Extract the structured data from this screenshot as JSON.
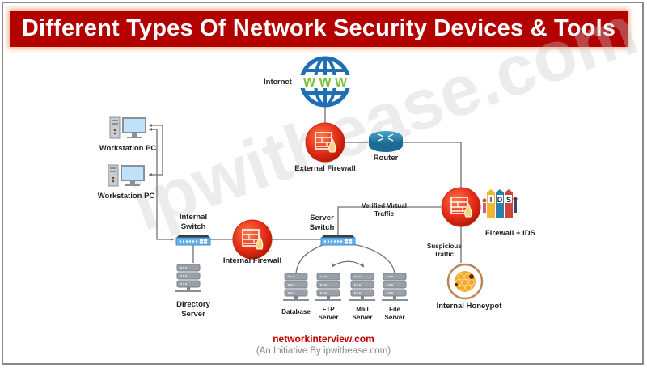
{
  "title": "Different Types Of Network Security Devices & Tools",
  "watermark": "ipwithease.com",
  "nodes": {
    "internet": {
      "label": "Internet",
      "icon": "globe-www-icon",
      "globe_text": "W W W"
    },
    "external_firewall": {
      "label": "External Firewall",
      "icon": "firewall-icon"
    },
    "router": {
      "label": "Router",
      "icon": "router-icon"
    },
    "workstation_1": {
      "label": "Workstation PC",
      "icon": "desktop-pc-icon"
    },
    "workstation_2": {
      "label": "Workstation PC",
      "icon": "desktop-pc-icon"
    },
    "internal_switch": {
      "label_line1": "Internal",
      "label_line2": "Switch",
      "icon": "switch-icon"
    },
    "internal_firewall": {
      "label": "Internal Firewall",
      "icon": "firewall-icon"
    },
    "directory_server": {
      "label_line1": "Directory",
      "label_line2": "Server",
      "icon": "server-icon"
    },
    "server_switch": {
      "label_line1": "Server",
      "label_line2": "Switch",
      "icon": "switch-icon"
    },
    "database": {
      "label": "Database",
      "icon": "server-icon"
    },
    "ftp_server": {
      "label_line1": "FTP",
      "label_line2": "Server",
      "icon": "server-icon"
    },
    "mail_server": {
      "label_line1": "Mail",
      "label_line2": "Server",
      "icon": "server-icon"
    },
    "file_server": {
      "label_line1": "File",
      "label_line2": "Server",
      "icon": "server-icon"
    },
    "firewall_ids": {
      "label": "Firewall + IDS",
      "icon": "firewall-icon",
      "ids_letters": [
        "I",
        "D",
        "S"
      ]
    },
    "internal_honeypot": {
      "label": "Internal Honeypot",
      "icon": "honeycomb-icon"
    }
  },
  "edge_labels": {
    "verified_line1": "Verified Virtual",
    "verified_line2": "Traffic",
    "suspicious_line1": "Suspicious",
    "suspicious_line2": "Traffic"
  },
  "footer": {
    "site": "networkinterview.com",
    "initiative": "(An Initiative By ipwithease.com)"
  },
  "colors": {
    "title_bg": "#b30000",
    "firewall_red": "#e8321a",
    "globe_blue": "#1f6fb5",
    "www_green": "#7cc242",
    "router_blue": "#2a7fae",
    "footer_site": "#c00000"
  }
}
